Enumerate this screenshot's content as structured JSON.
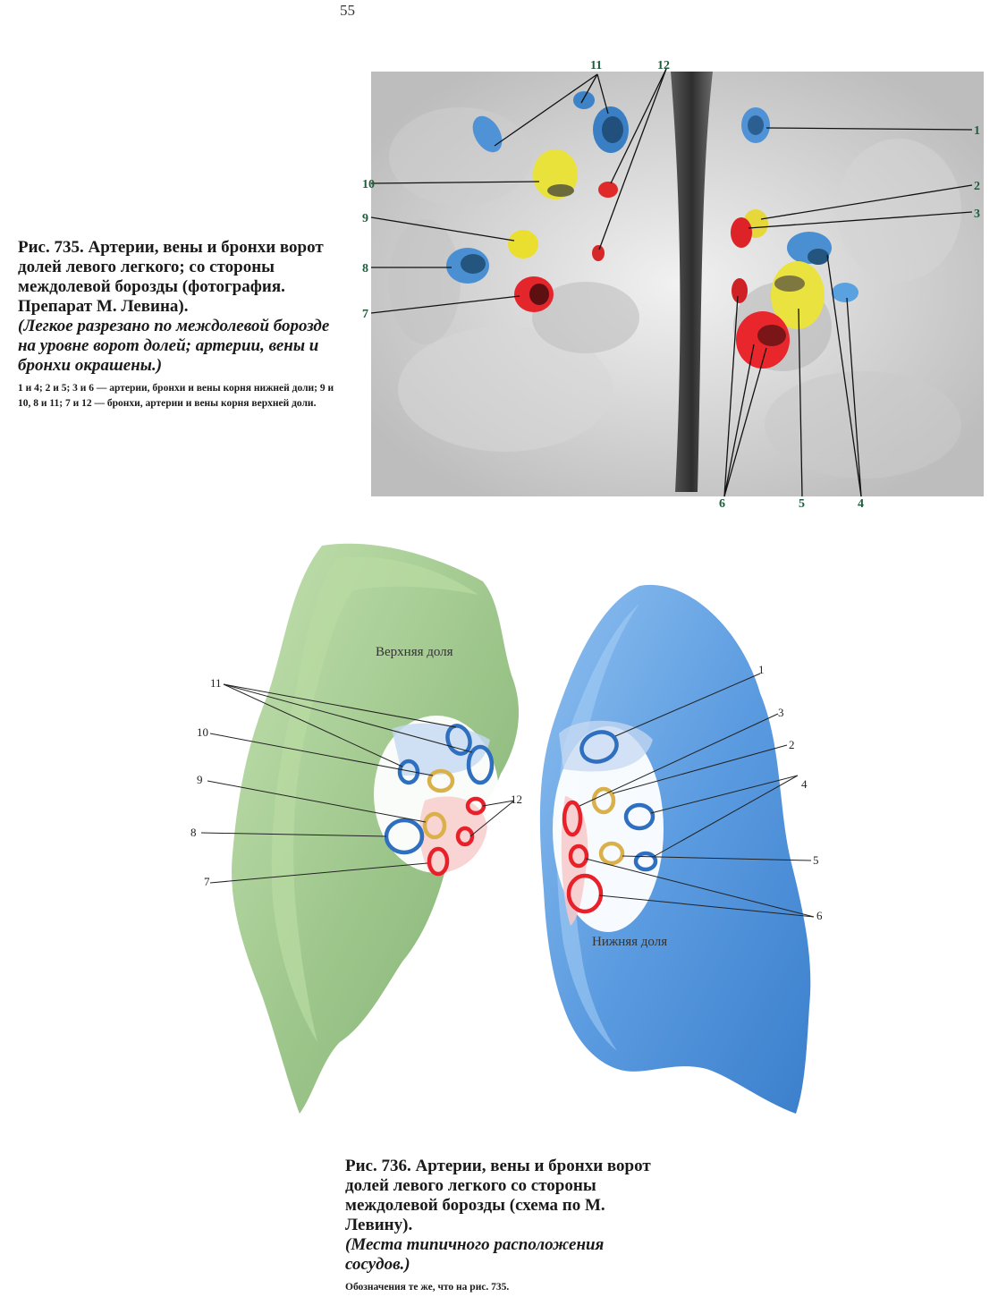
{
  "page_number": "55",
  "fig735": {
    "caption_title": "Рис. 735. Артерии, вены и бронхи ворот долей левого легкого; со стороны междолевой борозды (фотография. Препарат М. Левина).",
    "caption_italic": "(Легкое разрезано по междолевой борозде на уровне ворот долей; артерии, вены и бронхи окрашены.)",
    "caption_note": "1 и 4; 2 и 5; 3 и 6 — артерии, бронхи и вены корня нижней доли; 9 и 10, 8 и 11; 7 и 12 — бронхи, артерии и вены корня верхней доли.",
    "labels": {
      "l1": "1",
      "l2": "2",
      "l3": "3",
      "l4": "4",
      "l5": "5",
      "l6": "6",
      "l7": "7",
      "l8": "8",
      "l9": "9",
      "l10": "10",
      "l11": "11",
      "l12": "12"
    }
  },
  "fig736": {
    "upper_lobe_label": "Верхняя доля",
    "lower_lobe_label": "Нижняя доля",
    "labels": {
      "l1": "1",
      "l2": "2",
      "l3": "3",
      "l4": "4",
      "l5": "5",
      "l6": "6",
      "l7": "7",
      "l8": "8",
      "l9": "9",
      "l10": "10",
      "l11": "11",
      "l12": "12"
    },
    "caption_title": "Рис. 736. Артерии, вены и бронхи ворот долей левого легкого со стороны междолевой борозды (схема по М. Левину).",
    "caption_italic": "(Места типичного расположения сосудов.)",
    "caption_note": "Обозначения те же, что на рис. 735."
  },
  "colors": {
    "artery": "#e8202a",
    "vein": "#2e6fbf",
    "bronchus": "#d9b04a",
    "upper_lobe": "#9cc58a",
    "lower_lobe": "#5b9be0",
    "label_green": "#1f5d3a"
  }
}
